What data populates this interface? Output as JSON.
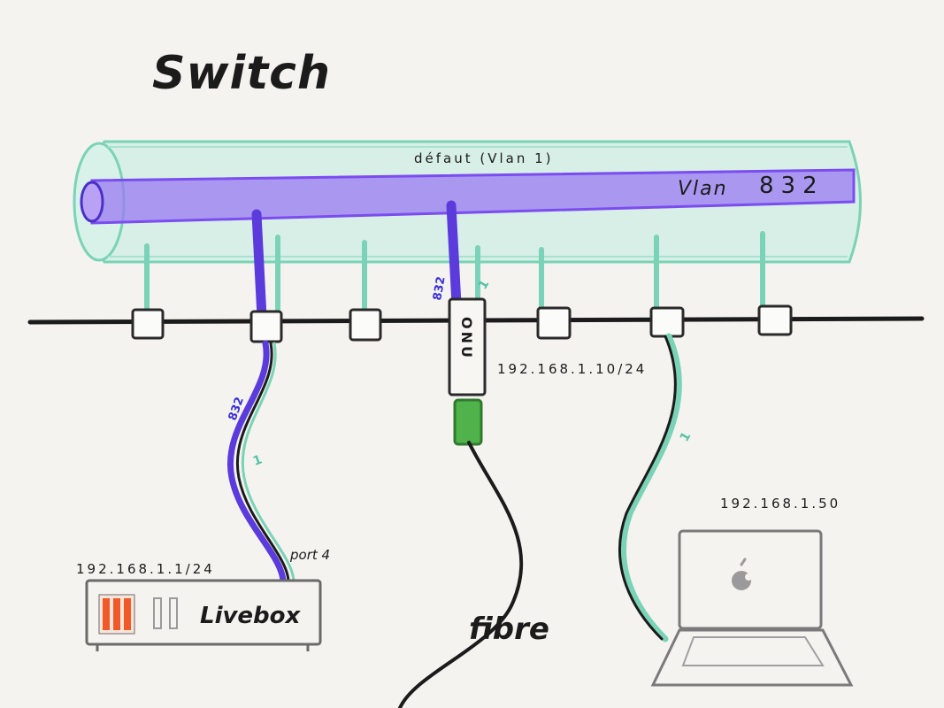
{
  "title": "Switch",
  "trunk": {
    "outer_label": "défaut (Vlan 1)",
    "inner_label": "Vlan",
    "inner_number": "832"
  },
  "onu": {
    "label": "ONU",
    "vlan_tag": "832",
    "ip": "192.168.1.10/24"
  },
  "livebox": {
    "label": "Livebox",
    "ip": "192.168.1.1/24",
    "port": "port 4",
    "vlan_tag": "832",
    "untagged_tag": "1"
  },
  "laptop": {
    "ip": "192.168.1.50",
    "untagged_tag": "1"
  },
  "fibre_label": "fibre",
  "colors": {
    "trunk_outer": "#7ad3b6",
    "trunk_inner": "#7b4cf0",
    "cable_dark": "#1b1b1b",
    "livebox_led": "#f05a28",
    "onu_connector": "#4fb24a"
  }
}
